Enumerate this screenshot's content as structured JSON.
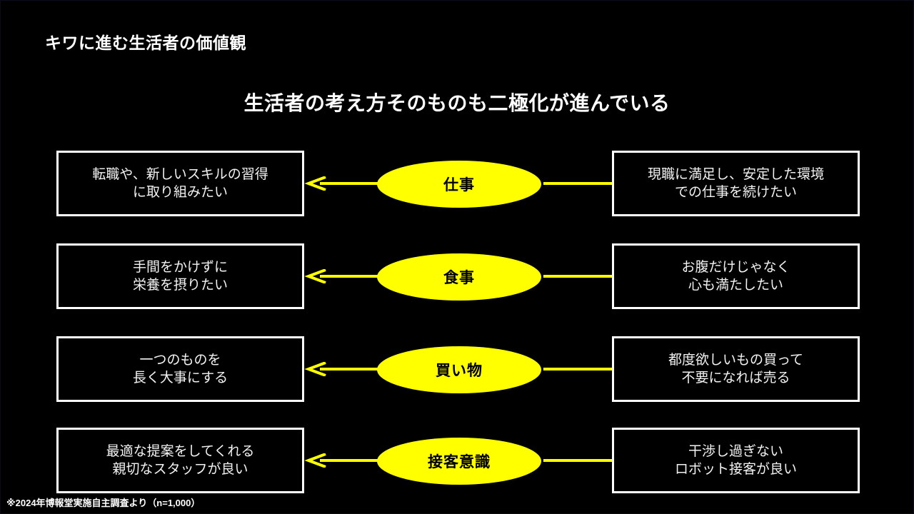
{
  "slide": {
    "title": "キワに進む生活者の価値観",
    "subtitle": "生活者の考え方そのものも二極化が進んでいる",
    "footnote": "※2024年博報堂実施自主調査より（n=1,000）",
    "background_color": "#000000",
    "accent_color": "#ffff00",
    "text_color": "#ffffff"
  },
  "rows": [
    {
      "topic": "仕事",
      "left_line1": "転職や、新しいスキルの習得",
      "left_line2": "に取り組みたい",
      "right_line1": "現職に満足し、安定した環境",
      "right_line2": "での仕事を続けたい"
    },
    {
      "topic": "食事",
      "left_line1": "手間をかけずに",
      "left_line2": "栄養を摂りたい",
      "right_line1": "お腹だけじゃなく",
      "right_line2": "心も満たしたい"
    },
    {
      "topic": "買い物",
      "left_line1": "一つのものを",
      "left_line2": "長く大事にする",
      "right_line1": "都度欲しいもの買って",
      "right_line2": "不要になれば売る"
    },
    {
      "topic": "接客意識",
      "left_line1": "最適な提案をしてくれる",
      "left_line2": "親切なスタッフが良い",
      "right_line1": "干渉し過ぎない",
      "right_line2": "ロボット接客が良い"
    }
  ],
  "icons": {
    "arrow_left": "arrow-left-icon",
    "arrow_right": "arrow-right-icon"
  }
}
